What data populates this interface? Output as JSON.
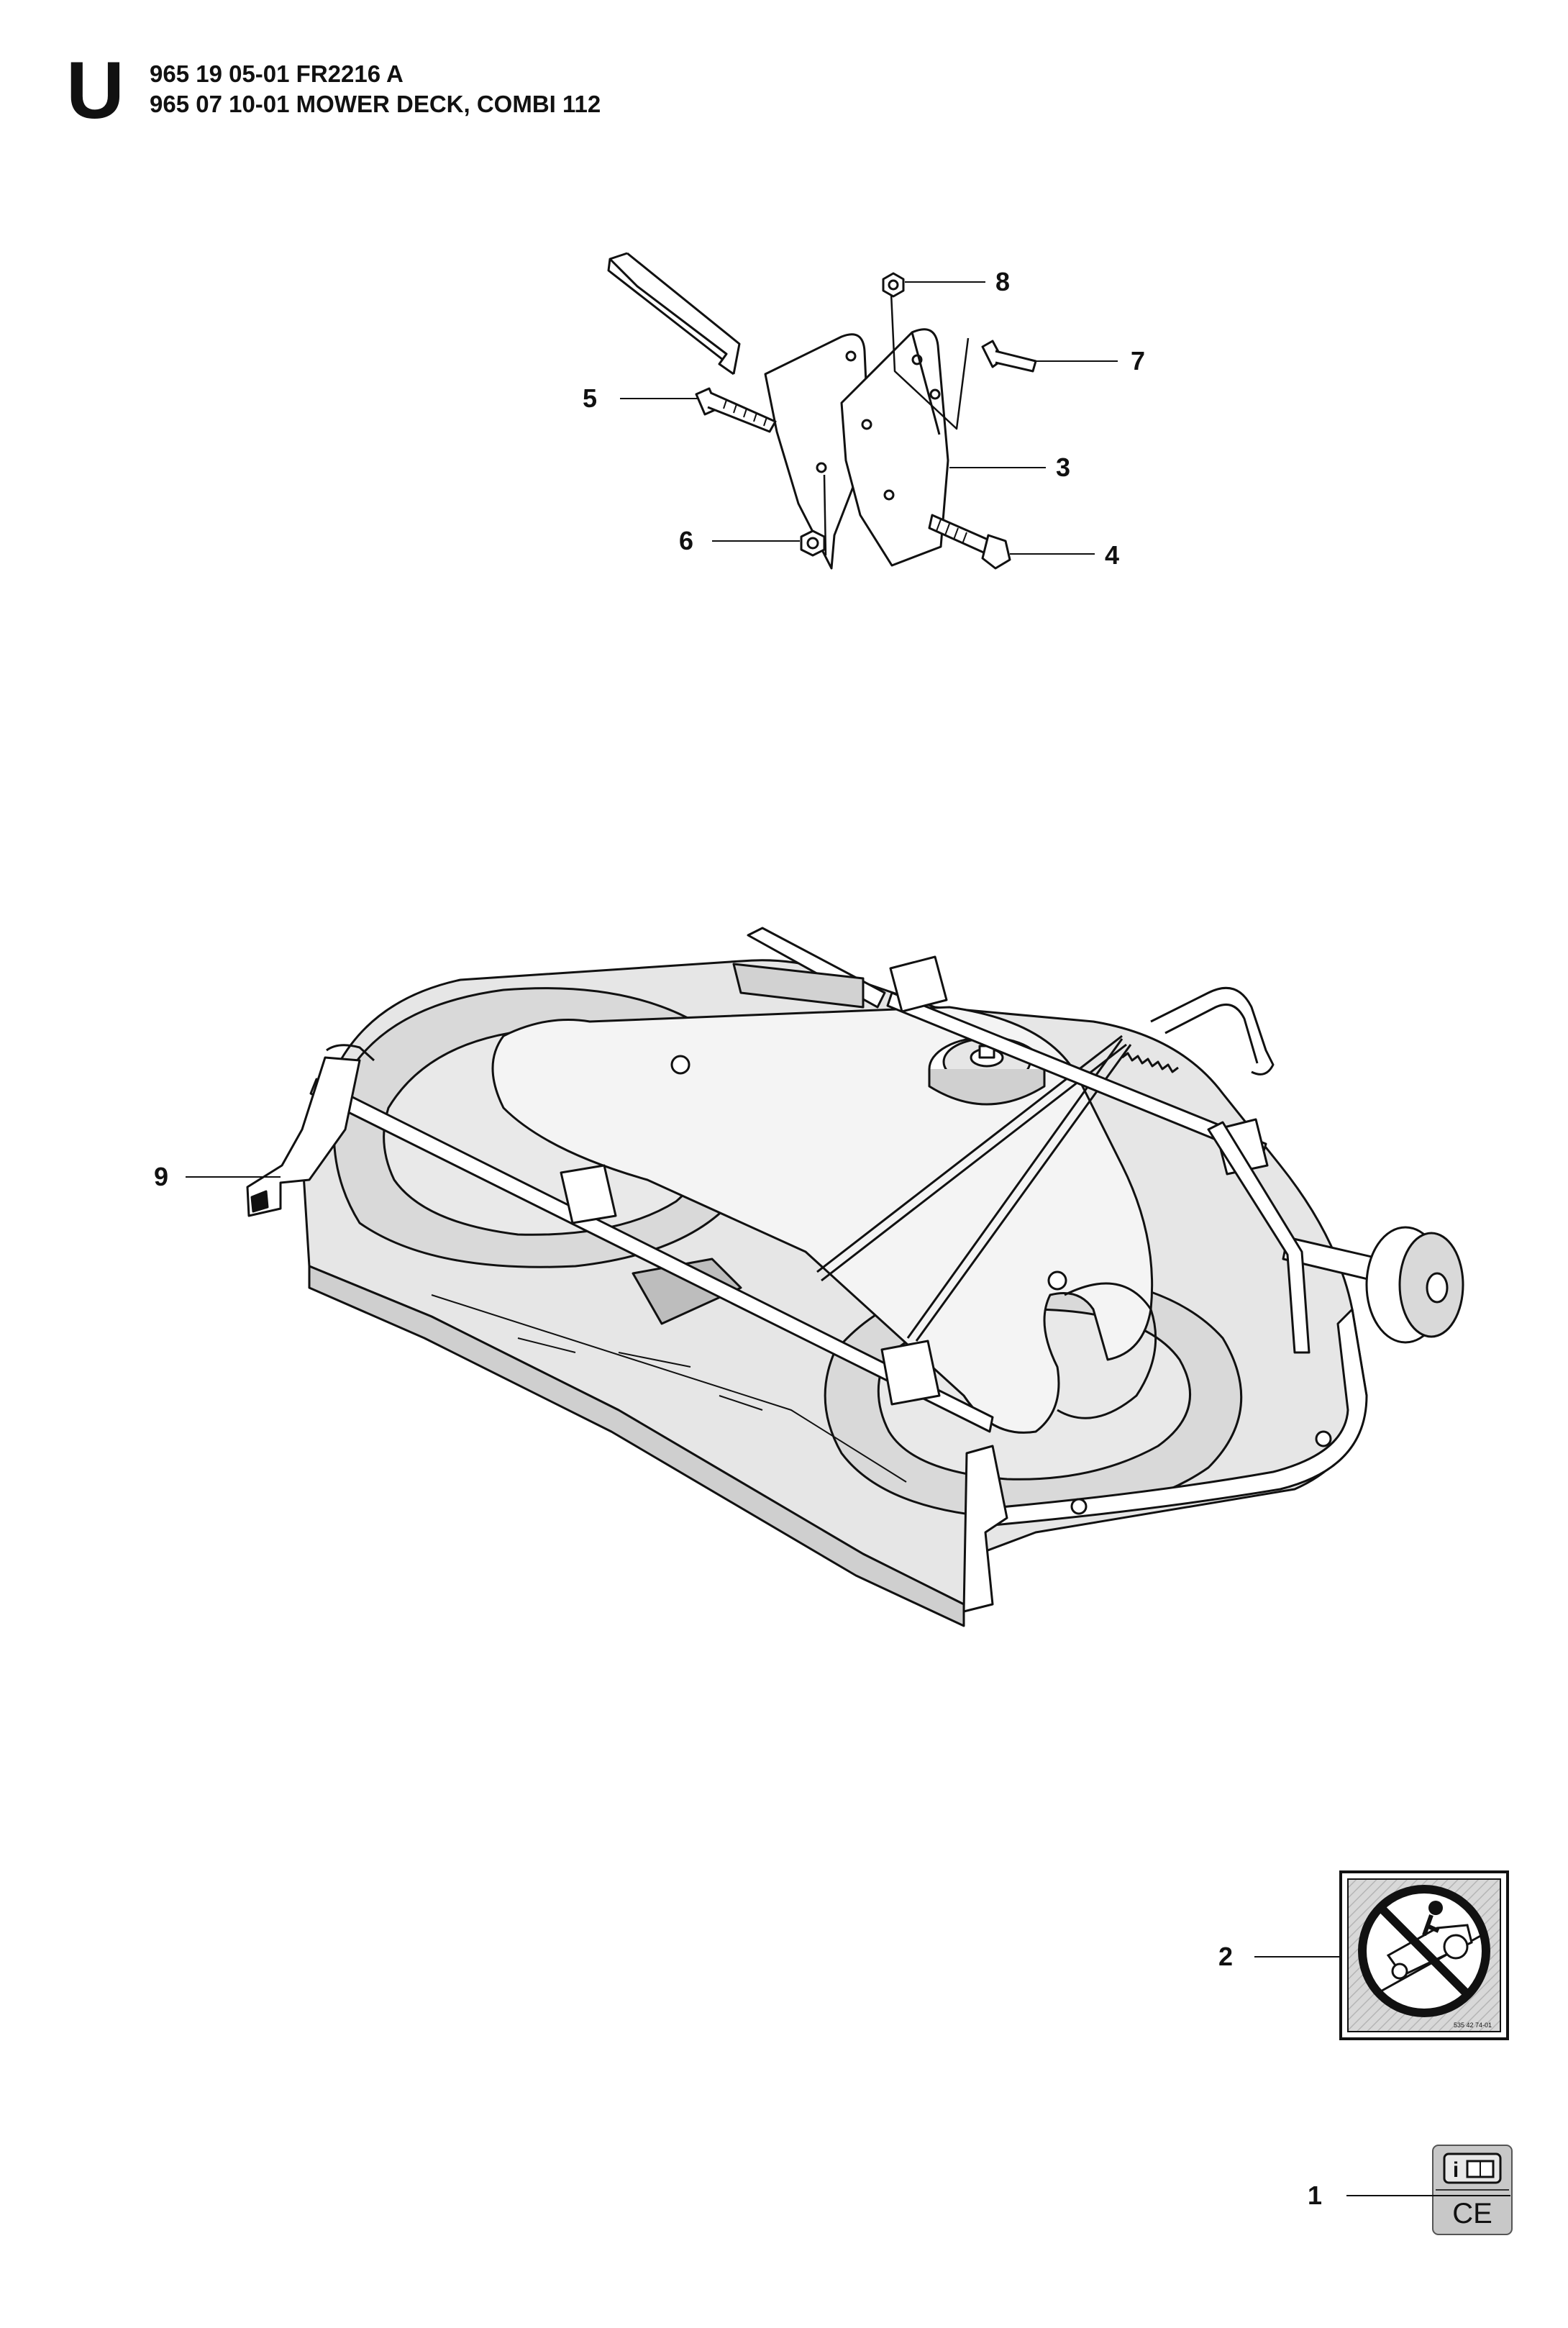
{
  "header": {
    "section_letter": "U",
    "line1": "965 19 05-01 FR2216 A",
    "line2": "965 07 10-01 MOWER DECK, COMBI 112"
  },
  "callouts": [
    {
      "id": "1",
      "label": "1"
    },
    {
      "id": "2",
      "label": "2"
    },
    {
      "id": "3",
      "label": "3"
    },
    {
      "id": "4",
      "label": "4"
    },
    {
      "id": "5",
      "label": "5"
    },
    {
      "id": "6",
      "label": "6"
    },
    {
      "id": "7",
      "label": "7"
    },
    {
      "id": "8",
      "label": "8"
    },
    {
      "id": "9",
      "label": "9"
    }
  ],
  "decal": {
    "code": "535 42 74-01",
    "icons": [
      "no-slope-driving-icon",
      "info-manual-icon",
      "ce-mark-icon"
    ],
    "ce_text": "CE"
  },
  "colors": {
    "ink": "#111111",
    "deck_fill": "#e6e6e6",
    "deck_shade": "#cfcfcf",
    "decal_bg": "#dadada",
    "plate_bg": "#c8c8c8"
  }
}
